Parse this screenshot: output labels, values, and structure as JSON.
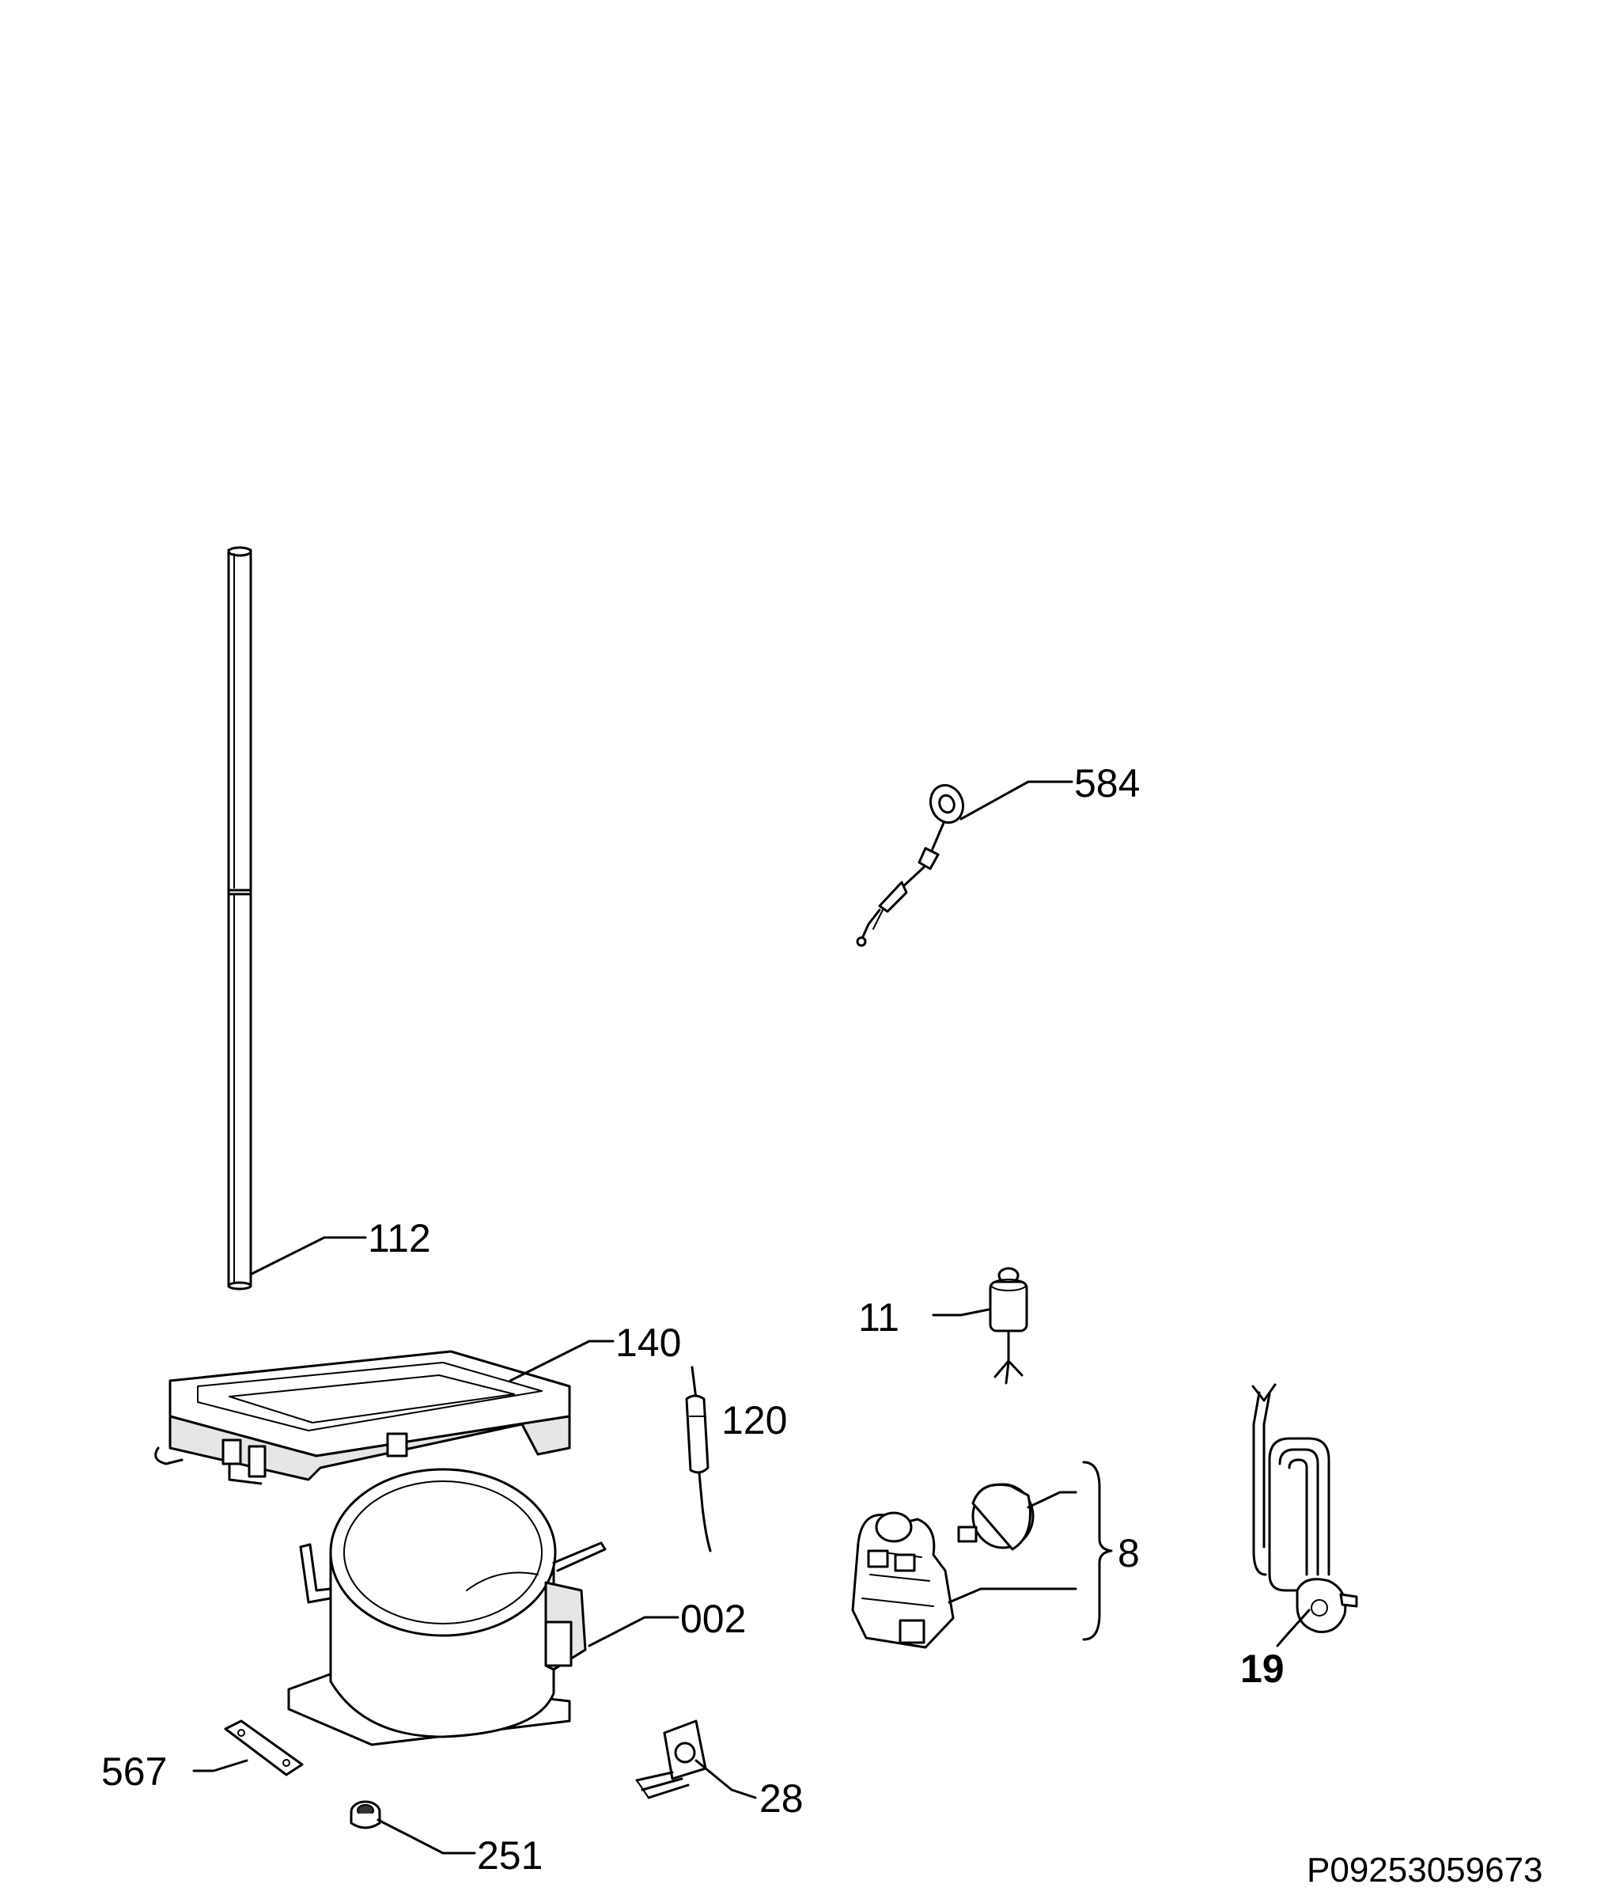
{
  "diagram": {
    "parts": [
      {
        "key": "p584",
        "number": "584"
      },
      {
        "key": "p112",
        "number": "112"
      },
      {
        "key": "p140",
        "number": "140"
      },
      {
        "key": "p11",
        "number": "11"
      },
      {
        "key": "p120",
        "number": "120"
      },
      {
        "key": "p8",
        "number": "8"
      },
      {
        "key": "p002",
        "number": "002"
      },
      {
        "key": "p19",
        "number": "19"
      },
      {
        "key": "p567",
        "number": "567"
      },
      {
        "key": "p28",
        "number": "28"
      },
      {
        "key": "p251",
        "number": "251"
      }
    ],
    "document_code": "P09253059673"
  }
}
